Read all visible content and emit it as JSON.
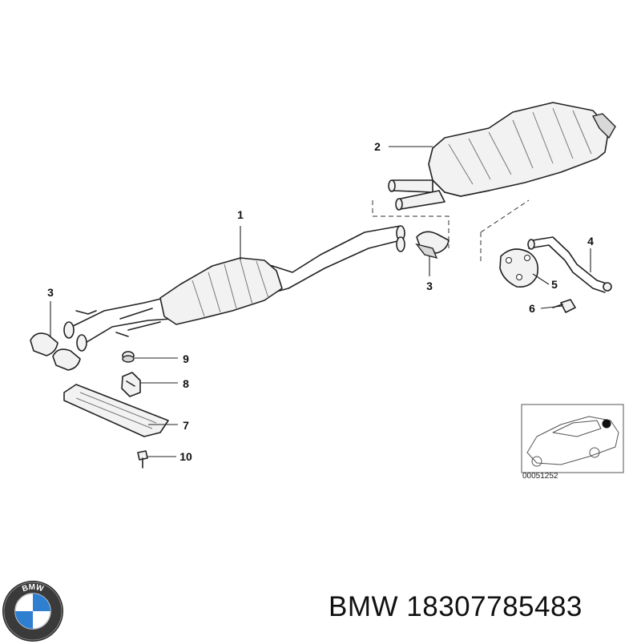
{
  "diagram": {
    "callouts": {
      "muffler_front": "1",
      "muffler_rear": "2",
      "clamp_left": "3",
      "clamp_right": "3",
      "pipe_bracket": "4",
      "gasket": "5",
      "bolt": "6",
      "heat_shield": "7",
      "hanger": "8",
      "rubber_mount": "9",
      "screw": "10"
    },
    "reference_number": "00051252",
    "logo_letters": "BMW"
  },
  "caption": {
    "brand": "BMW",
    "part_number": "18307785483"
  }
}
